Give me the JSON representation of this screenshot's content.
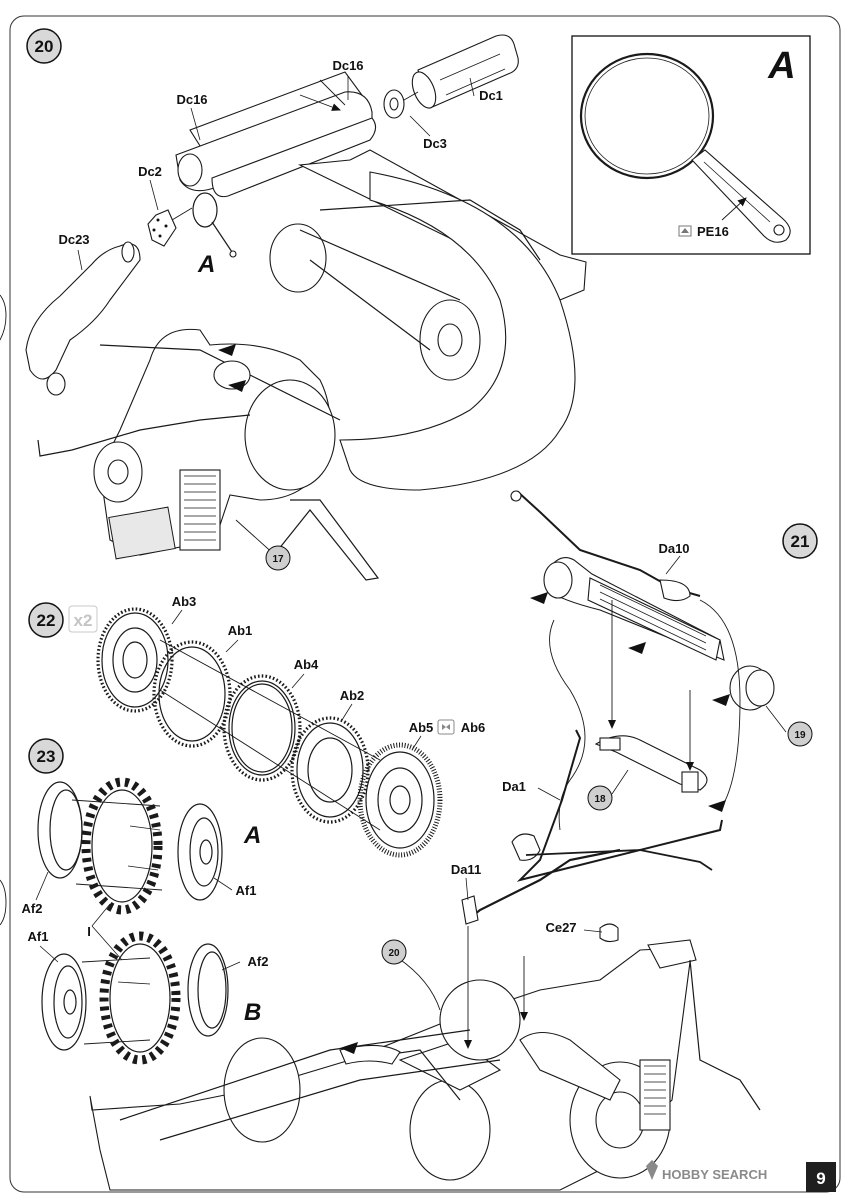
{
  "page_number": "9",
  "watermark": "HOBBY SEARCH",
  "steps": {
    "s20": "20",
    "s21": "21",
    "s22": "22",
    "s22_qty": "x2",
    "s23": "23"
  },
  "detail_letters": {
    "a_inset": "A",
    "a_step20": "A",
    "a_wheel": "A",
    "b_wheel": "B"
  },
  "refs": {
    "r17": "17",
    "r18": "18",
    "r19": "19",
    "r20": "20"
  },
  "parts": {
    "dc1": "Dc1",
    "dc16_top": "Dc16",
    "dc16_left": "Dc16",
    "dc3": "Dc3",
    "dc2": "Dc2",
    "dc23": "Dc23",
    "pe16": "PE16",
    "da10": "Da10",
    "da1": "Da1",
    "da11": "Da11",
    "ce27": "Ce27",
    "ab3": "Ab3",
    "ab1": "Ab1",
    "ab4": "Ab4",
    "ab2": "Ab2",
    "ab5": "Ab5",
    "ab6": "Ab6",
    "af1_a": "Af1",
    "af2_a": "Af2",
    "i_tire": "I",
    "af1_b": "Af1",
    "af2_b": "Af2"
  }
}
